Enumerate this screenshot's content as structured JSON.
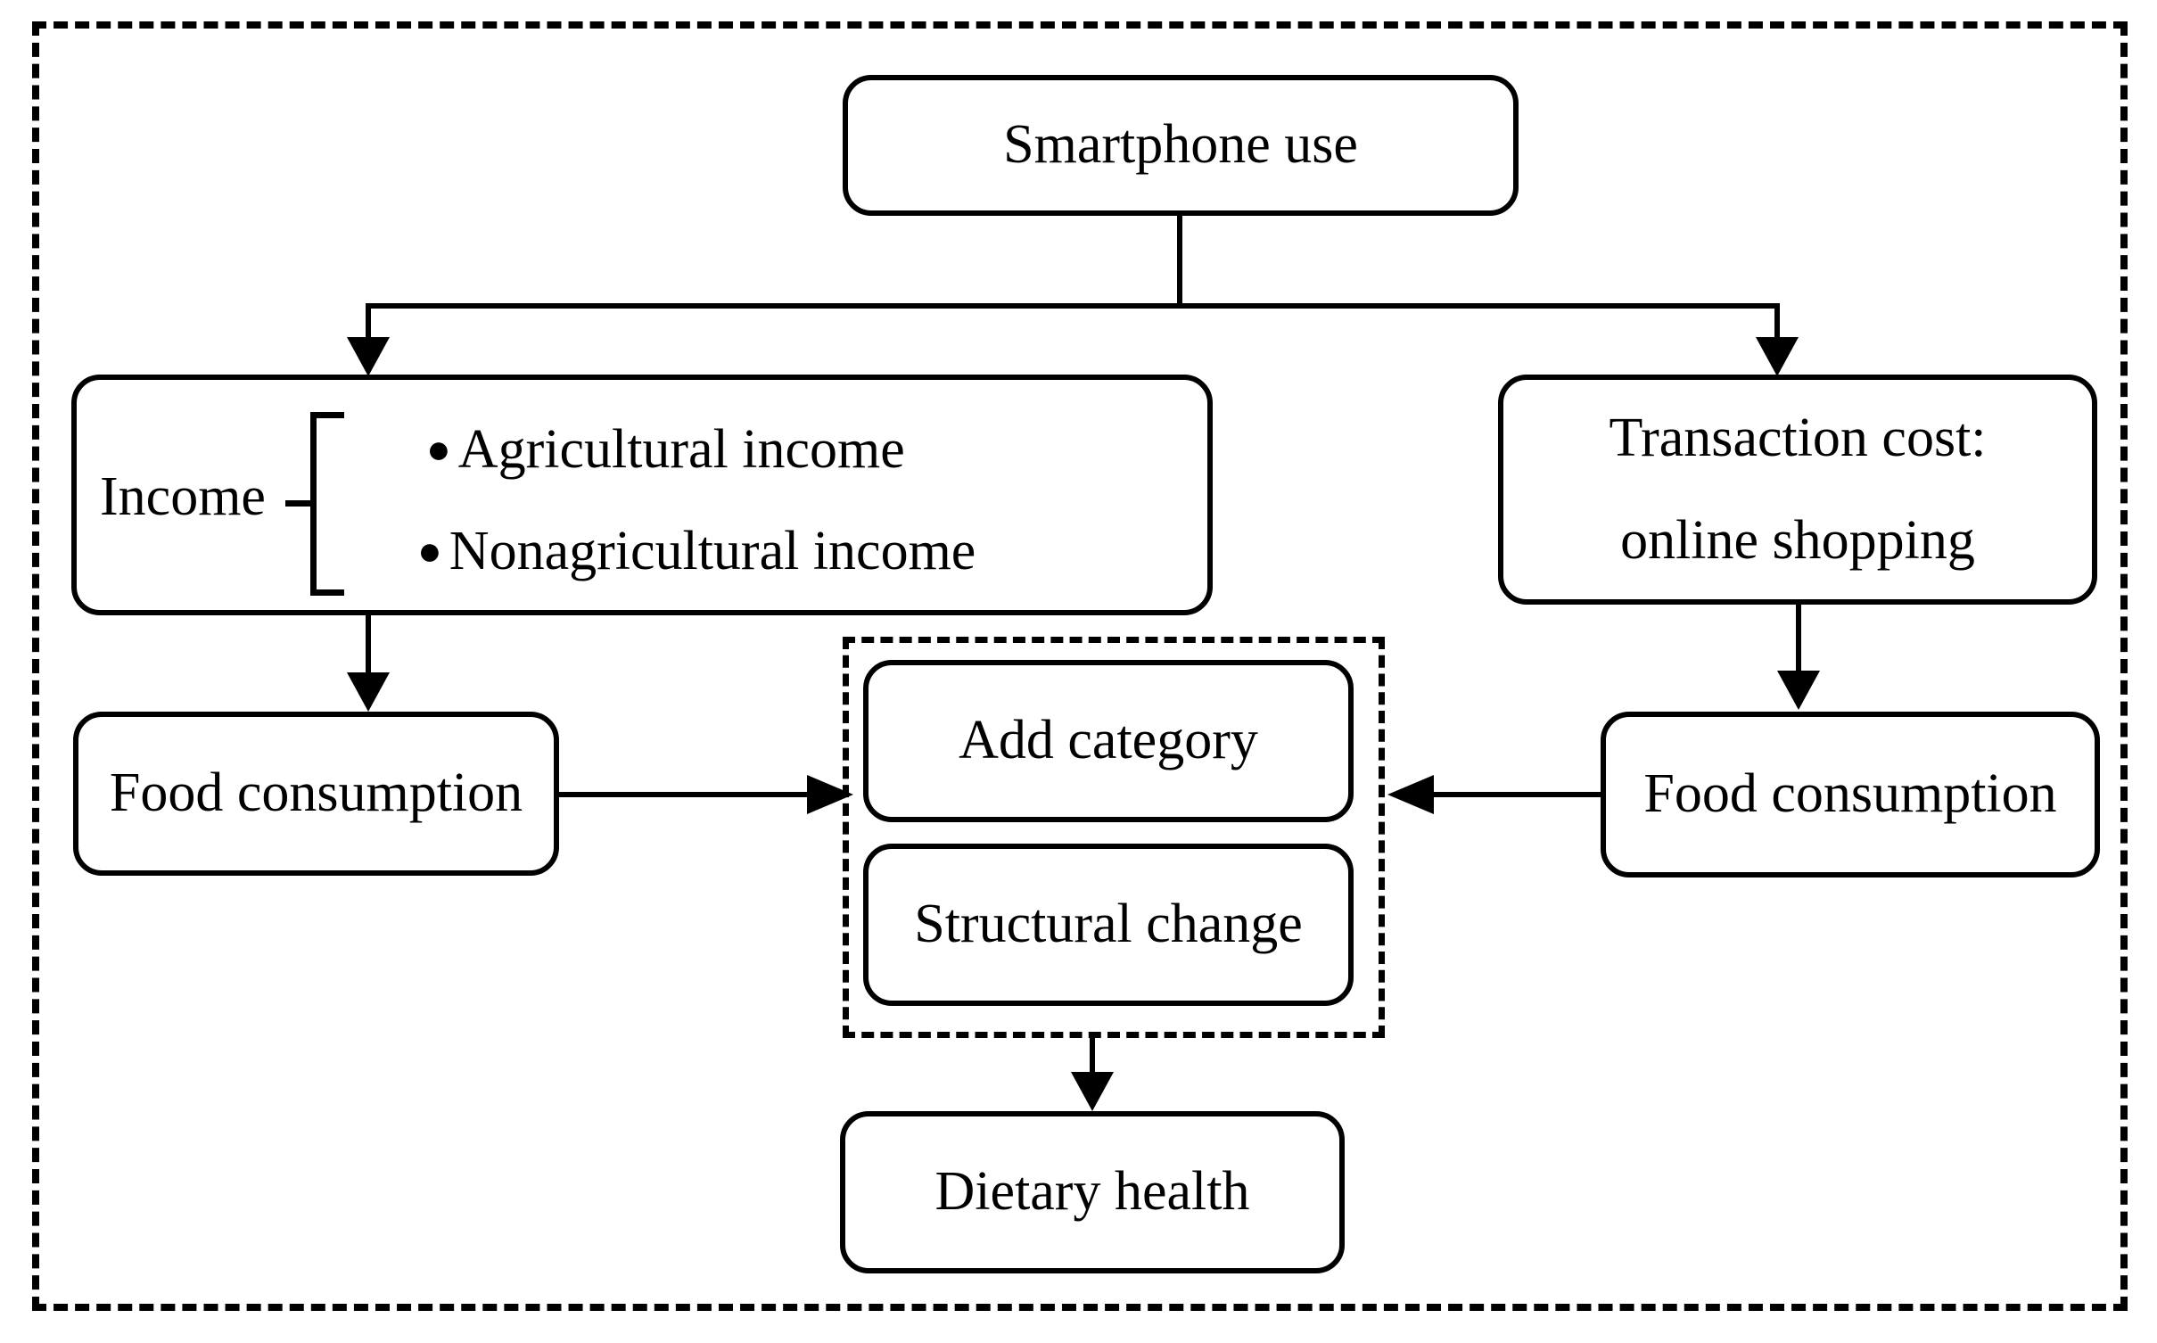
{
  "figure": {
    "colors": {
      "stroke": "#000000",
      "background": "#ffffff"
    },
    "nodes": {
      "smartphone_use": {
        "label": "Smartphone use"
      },
      "income_group": {
        "label": "Income",
        "bullet": "●",
        "items": [
          "Agricultural income",
          "Nonagricultural income"
        ]
      },
      "transaction_cost": {
        "line1": "Transaction cost:",
        "line2": "online shopping"
      },
      "food_consumption_left": {
        "label": "Food consumption"
      },
      "food_consumption_right": {
        "label": "Food consumption"
      },
      "add_category": {
        "label": "Add category"
      },
      "structural_change": {
        "label": "Structural change"
      },
      "dietary_health": {
        "label": "Dietary health"
      }
    }
  }
}
